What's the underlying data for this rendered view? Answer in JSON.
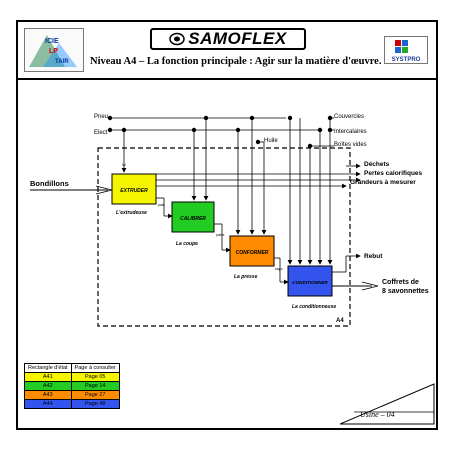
{
  "header": {
    "brand": "SAMOFLEX",
    "title": "Niveau A4 – La fonction principale : Agir sur la matière d'œuvre.",
    "logo_left_text": "ICIE\nLP\nTAIR",
    "logo_right_text": "SYSTPRO"
  },
  "inputs": {
    "left_top": [
      "Pneu",
      "Elect"
    ],
    "top": [
      "Huile",
      "Couvercles",
      "Intercalaires",
      "Boîtes vides"
    ],
    "main_input": "Bondillons"
  },
  "outputs": {
    "right": [
      "Déchets",
      "Pertes calorifiques",
      "Grandeurs à mesurer"
    ],
    "rebut": "Rebut",
    "final": "Coffrets de 8 savonnettes"
  },
  "boxes": [
    {
      "id": "A41",
      "label": "EXTRUDER",
      "machine": "L'extrudeuse",
      "color": "#f5f500"
    },
    {
      "id": "A42",
      "label": "CALIBRER",
      "machine": "La coupe",
      "color": "#22cc22"
    },
    {
      "id": "A43",
      "label": "CONFORMER",
      "machine": "La presse",
      "color": "#ff8c00"
    },
    {
      "id": "A44",
      "label": "CONDITIONNER",
      "machine": "La conditionneuse",
      "color": "#3355ee"
    }
  ],
  "between_labels": [
    "pate",
    "pains",
    "sapo"
  ],
  "diagram_id": "A4",
  "legend": {
    "headers": [
      "Rectangle d'état",
      "Page à consulter"
    ],
    "rows": [
      {
        "code": "A41",
        "page": "Page 05",
        "color": "#f5f500"
      },
      {
        "code": "A42",
        "page": "Page 14",
        "color": "#22cc22"
      },
      {
        "code": "A43",
        "page": "Page 27",
        "color": "#ff8c00"
      },
      {
        "code": "A44",
        "page": "Page 48",
        "color": "#3355ee"
      }
    ]
  },
  "footer": "Usine – 04"
}
